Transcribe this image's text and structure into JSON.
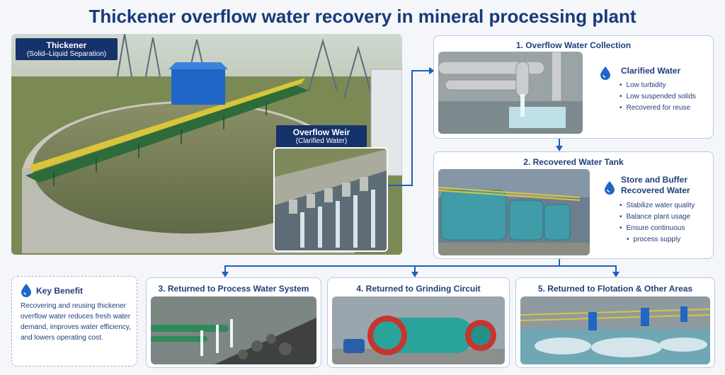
{
  "title": "Thickener overflow water recovery in mineral processing plant",
  "thickener": {
    "label": "Thickener",
    "sublabel": "(Solid–Liquid Separation)"
  },
  "weir": {
    "label": "Overflow Weir",
    "sublabel": "(Clarified Water)"
  },
  "step1": {
    "title": "1. Overflow Water Collection",
    "heading": "Clarified Water",
    "bullets": [
      "Low turbidity",
      "Low suspended solids",
      "Recovered for reuse"
    ]
  },
  "step2": {
    "title": "2. Recovered Water Tank",
    "heading_line1": "Store and Buffer",
    "heading_line2": "Recovered Water",
    "bullets": [
      "Stabilize water quality",
      "Balance plant usage",
      "Ensure continuous",
      "process supply"
    ]
  },
  "step3": {
    "title": "3. Returned to Process Water System"
  },
  "step4": {
    "title": "4. Returned to Grinding Circuit"
  },
  "step5": {
    "title": "5. Returned to Flotation & Other Areas"
  },
  "benefit": {
    "heading": "Key Benefit",
    "text": "Recovering and reusing thickener overflow water reduces fresh water demand, improves water efficiency, and lowers operating cost."
  },
  "colors": {
    "navy": "#16326b",
    "accent": "#1f5fb8",
    "water": "#1e66c8"
  }
}
